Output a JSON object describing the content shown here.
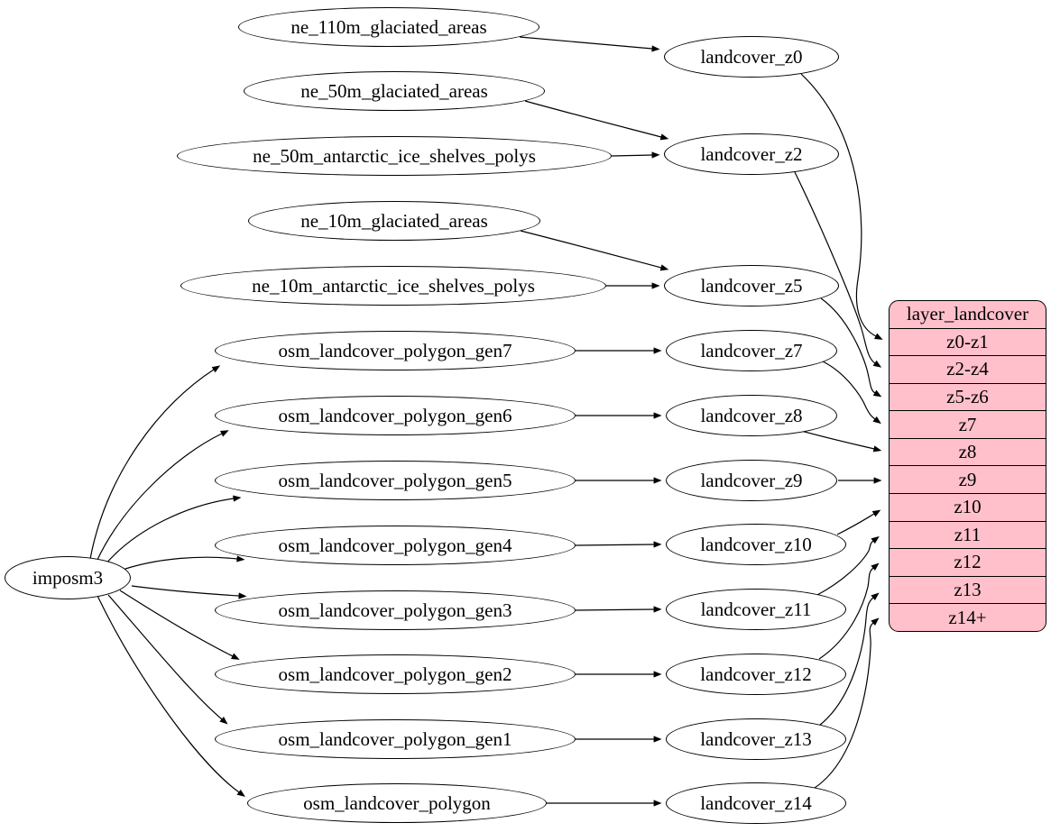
{
  "diagram": {
    "kind": "graphviz-dependency-graph",
    "background": "#ffffff",
    "node_fill": "#ffffff",
    "node_stroke": "#000000",
    "edge_color": "#000000",
    "record_fill": "#ffc0cb"
  },
  "nodes": [
    {
      "id": "imposm3",
      "label": "imposm3"
    },
    {
      "id": "ne_110m_glaciated_areas",
      "label": "ne_110m_glaciated_areas"
    },
    {
      "id": "ne_50m_glaciated_areas",
      "label": "ne_50m_glaciated_areas"
    },
    {
      "id": "ne_50m_antarctic_ice_shelves_polys",
      "label": "ne_50m_antarctic_ice_shelves_polys"
    },
    {
      "id": "ne_10m_glaciated_areas",
      "label": "ne_10m_glaciated_areas"
    },
    {
      "id": "ne_10m_antarctic_ice_shelves_polys",
      "label": "ne_10m_antarctic_ice_shelves_polys"
    },
    {
      "id": "osm_landcover_polygon_gen7",
      "label": "osm_landcover_polygon_gen7"
    },
    {
      "id": "osm_landcover_polygon_gen6",
      "label": "osm_landcover_polygon_gen6"
    },
    {
      "id": "osm_landcover_polygon_gen5",
      "label": "osm_landcover_polygon_gen5"
    },
    {
      "id": "osm_landcover_polygon_gen4",
      "label": "osm_landcover_polygon_gen4"
    },
    {
      "id": "osm_landcover_polygon_gen3",
      "label": "osm_landcover_polygon_gen3"
    },
    {
      "id": "osm_landcover_polygon_gen2",
      "label": "osm_landcover_polygon_gen2"
    },
    {
      "id": "osm_landcover_polygon_gen1",
      "label": "osm_landcover_polygon_gen1"
    },
    {
      "id": "osm_landcover_polygon",
      "label": "osm_landcover_polygon"
    },
    {
      "id": "landcover_z0",
      "label": "landcover_z0"
    },
    {
      "id": "landcover_z2",
      "label": "landcover_z2"
    },
    {
      "id": "landcover_z5",
      "label": "landcover_z5"
    },
    {
      "id": "landcover_z7",
      "label": "landcover_z7"
    },
    {
      "id": "landcover_z8",
      "label": "landcover_z8"
    },
    {
      "id": "landcover_z9",
      "label": "landcover_z9"
    },
    {
      "id": "landcover_z10",
      "label": "landcover_z10"
    },
    {
      "id": "landcover_z11",
      "label": "landcover_z11"
    },
    {
      "id": "landcover_z12",
      "label": "landcover_z12"
    },
    {
      "id": "landcover_z13",
      "label": "landcover_z13"
    },
    {
      "id": "landcover_z14",
      "label": "landcover_z14"
    }
  ],
  "record": {
    "title": "layer_landcover",
    "rows": [
      "z0-z1",
      "z2-z4",
      "z5-z6",
      "z7",
      "z8",
      "z9",
      "z10",
      "z11",
      "z12",
      "z13",
      "z14+"
    ]
  },
  "edges": [
    {
      "from": "ne_110m_glaciated_areas",
      "to": "landcover_z0"
    },
    {
      "from": "ne_50m_glaciated_areas",
      "to": "landcover_z2"
    },
    {
      "from": "ne_50m_antarctic_ice_shelves_polys",
      "to": "landcover_z2"
    },
    {
      "from": "ne_10m_glaciated_areas",
      "to": "landcover_z5"
    },
    {
      "from": "ne_10m_antarctic_ice_shelves_polys",
      "to": "landcover_z5"
    },
    {
      "from": "imposm3",
      "to": "osm_landcover_polygon_gen7"
    },
    {
      "from": "imposm3",
      "to": "osm_landcover_polygon_gen6"
    },
    {
      "from": "imposm3",
      "to": "osm_landcover_polygon_gen5"
    },
    {
      "from": "imposm3",
      "to": "osm_landcover_polygon_gen4"
    },
    {
      "from": "imposm3",
      "to": "osm_landcover_polygon_gen3"
    },
    {
      "from": "imposm3",
      "to": "osm_landcover_polygon_gen2"
    },
    {
      "from": "imposm3",
      "to": "osm_landcover_polygon_gen1"
    },
    {
      "from": "imposm3",
      "to": "osm_landcover_polygon"
    },
    {
      "from": "osm_landcover_polygon_gen7",
      "to": "landcover_z7"
    },
    {
      "from": "osm_landcover_polygon_gen6",
      "to": "landcover_z8"
    },
    {
      "from": "osm_landcover_polygon_gen5",
      "to": "landcover_z9"
    },
    {
      "from": "osm_landcover_polygon_gen4",
      "to": "landcover_z10"
    },
    {
      "from": "osm_landcover_polygon_gen3",
      "to": "landcover_z11"
    },
    {
      "from": "osm_landcover_polygon_gen2",
      "to": "landcover_z12"
    },
    {
      "from": "osm_landcover_polygon_gen1",
      "to": "landcover_z13"
    },
    {
      "from": "osm_landcover_polygon",
      "to": "landcover_z14"
    },
    {
      "from": "landcover_z0",
      "to": "layer_landcover",
      "to_port": "z0-z1"
    },
    {
      "from": "landcover_z2",
      "to": "layer_landcover",
      "to_port": "z2-z4"
    },
    {
      "from": "landcover_z5",
      "to": "layer_landcover",
      "to_port": "z5-z6"
    },
    {
      "from": "landcover_z7",
      "to": "layer_landcover",
      "to_port": "z7"
    },
    {
      "from": "landcover_z8",
      "to": "layer_landcover",
      "to_port": "z8"
    },
    {
      "from": "landcover_z9",
      "to": "layer_landcover",
      "to_port": "z9"
    },
    {
      "from": "landcover_z10",
      "to": "layer_landcover",
      "to_port": "z10"
    },
    {
      "from": "landcover_z11",
      "to": "layer_landcover",
      "to_port": "z11"
    },
    {
      "from": "landcover_z12",
      "to": "layer_landcover",
      "to_port": "z12"
    },
    {
      "from": "landcover_z13",
      "to": "layer_landcover",
      "to_port": "z13"
    },
    {
      "from": "landcover_z14",
      "to": "layer_landcover",
      "to_port": "z14+"
    }
  ]
}
